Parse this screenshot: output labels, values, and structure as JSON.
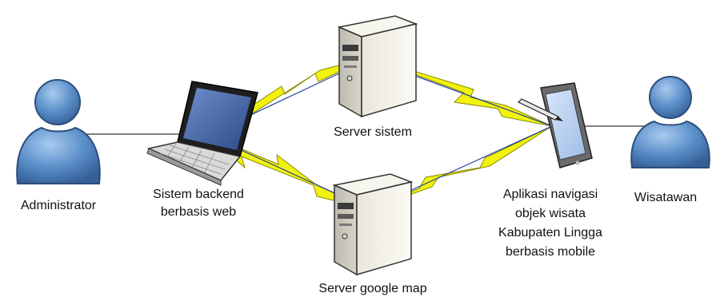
{
  "diagram": {
    "labels": {
      "administrator": "Administrator",
      "backend_line1": "Sistem backend",
      "backend_line2": "berbasis web",
      "server_sistem": "Server sistem",
      "server_google": "Server google map",
      "mobile_line1": "Aplikasi navigasi",
      "mobile_line2": "objek wisata",
      "mobile_line3": "Kabupaten Lingga",
      "mobile_line4": "berbasis mobile",
      "wisatawan": "Wisatawan"
    },
    "icons": {
      "administrator": "user-icon",
      "laptop": "laptop-icon",
      "server_top": "server-tower-icon",
      "server_bottom": "server-tower-icon",
      "tablet": "tablet-pen-icon",
      "wisatawan": "user-icon"
    },
    "colors": {
      "person_body": "#5b8fc9",
      "person_outline": "#2c4f7c",
      "lightning_fill": "#f2f20f",
      "lightning_outline": "#8a8a00",
      "link_line": "#1f3f9a",
      "server_body": "#f2f0e6",
      "device_screen": "#2f4f8f"
    }
  }
}
